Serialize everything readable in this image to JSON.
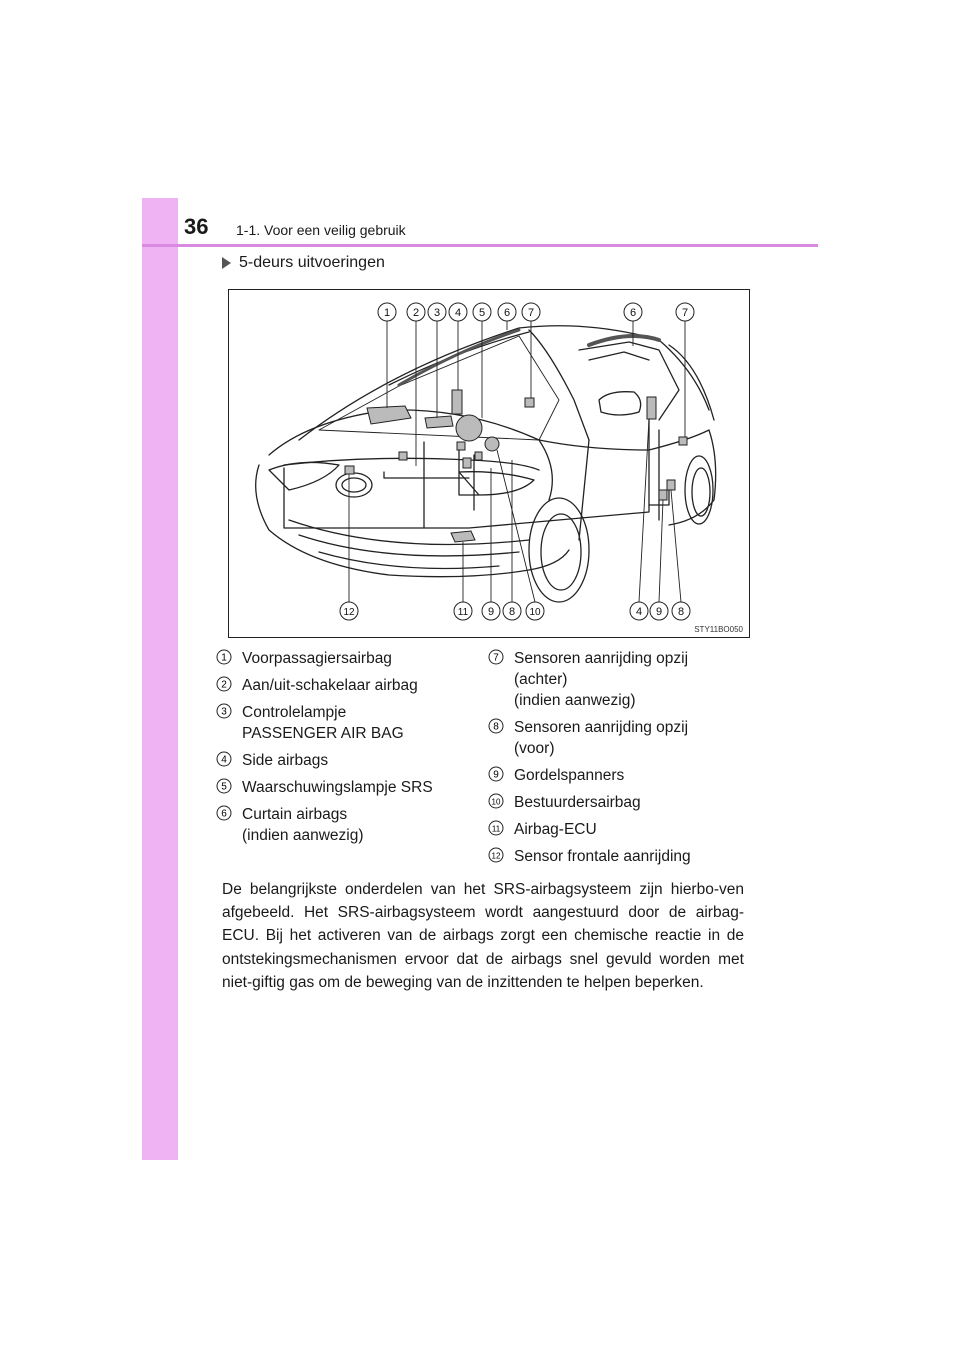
{
  "header": {
    "page_number": "36",
    "section": "1-1. Voor een veilig gebruik"
  },
  "subheading": "5-deurs uitvoeringen",
  "figure": {
    "code": "STY11BO050",
    "top_callouts": [
      "1",
      "2",
      "3",
      "4",
      "5",
      "6",
      "7",
      "6",
      "7"
    ],
    "bottom_callouts": [
      "12",
      "11",
      "9",
      "8",
      "10",
      "4",
      "9",
      "8"
    ]
  },
  "legend": {
    "left": [
      {
        "num": "1",
        "text": "Voorpassagiersairbag"
      },
      {
        "num": "2",
        "text": "Aan/uit-schakelaar airbag"
      },
      {
        "num": "3",
        "text": "Controlelampje\nPASSENGER AIR BAG"
      },
      {
        "num": "4",
        "text": "Side airbags"
      },
      {
        "num": "5",
        "text": "Waarschuwingslampje SRS"
      },
      {
        "num": "6",
        "text": "Curtain airbags\n(indien aanwezig)"
      }
    ],
    "right": [
      {
        "num": "7",
        "text": "Sensoren aanrijding opzij\n(achter)\n(indien aanwezig)"
      },
      {
        "num": "8",
        "text": "Sensoren aanrijding opzij\n(voor)"
      },
      {
        "num": "9",
        "text": "Gordelspanners"
      },
      {
        "num": "10",
        "text": "Bestuurdersairbag"
      },
      {
        "num": "11",
        "text": "Airbag-ECU"
      },
      {
        "num": "12",
        "text": "Sensor frontale aanrijding"
      }
    ]
  },
  "body_text": "De belangrijkste onderdelen van het SRS-airbagsysteem zijn hierbo-ven afgebeeld. Het SRS-airbagsysteem wordt aangestuurd door de airbag-ECU. Bij het activeren van de airbags zorgt een chemische reactie in de ontstekingsmechanismen ervoor dat de airbags snel gevuld worden met niet-giftig gas om de beweging van de inzittenden te helpen beperken.",
  "colors": {
    "side_tab": "#efb3f4",
    "header_rule": "#d989e0"
  }
}
